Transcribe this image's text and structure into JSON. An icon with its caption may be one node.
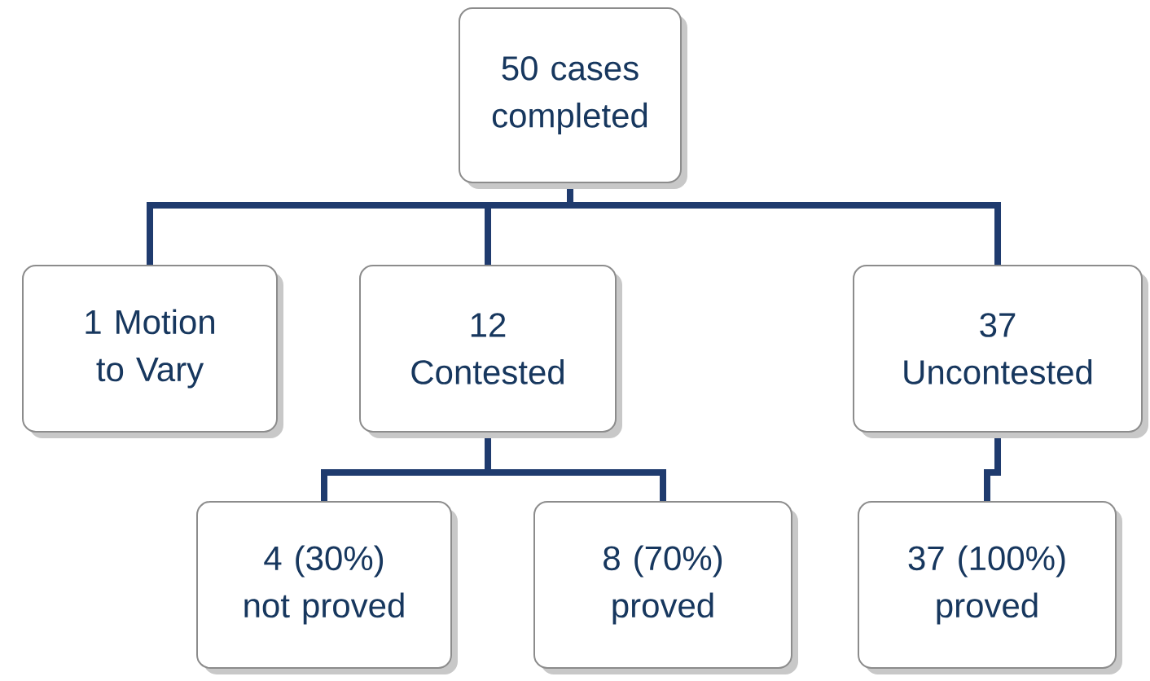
{
  "diagram": {
    "nodes": [
      {
        "text": [
          "50 cases completed"
        ]
      },
      {
        "text": [
          "1 Motion to Vary"
        ]
      },
      {
        "text": [
          "12 Contested"
        ]
      },
      {
        "text": [
          "37 Uncontested"
        ]
      },
      {
        "text": [
          "4 (30%) not proved"
        ]
      },
      {
        "text": [
          "8 (70%) proved"
        ]
      },
      {
        "text": [
          "37 (100%) proved"
        ]
      }
    ],
    "edges": [
      {
        "from": 0,
        "to": 1,
        "arrow": "none"
      },
      {
        "from": 0,
        "to": 2,
        "arrow": "none"
      },
      {
        "from": 0,
        "to": 3,
        "arrow": "none"
      },
      {
        "from": 2,
        "to": 4,
        "arrow": "none"
      },
      {
        "from": 2,
        "to": 5,
        "arrow": "none"
      },
      {
        "from": 3,
        "to": 6,
        "arrow": "none"
      }
    ]
  }
}
